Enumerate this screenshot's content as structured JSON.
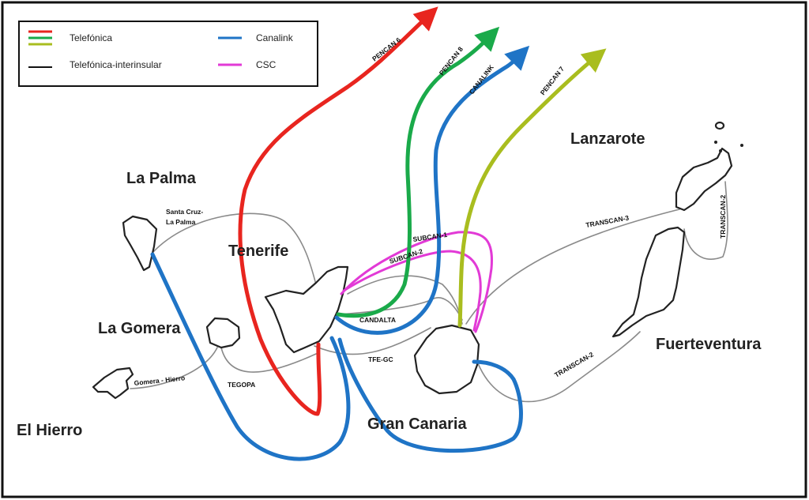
{
  "legend": {
    "telefonica": "Telefónica",
    "telefonica_interinsular": "Telefónica-interinsular",
    "canalink": "Canalink",
    "csc": "CSC"
  },
  "islands": {
    "la_palma": "La Palma",
    "tenerife": "Tenerife",
    "la_gomera": "La Gomera",
    "el_hierro": "El Hierro",
    "gran_canaria": "Gran Canaria",
    "lanzarote": "Lanzarote",
    "fuerteventura": "Fuerteventura"
  },
  "cables": {
    "pencan6": "PENCAN 6",
    "pencan8": "PENCAN 8",
    "canalink": "CANALINK",
    "pencan7": "PENCAN 7",
    "subcan1": "SUBCAN-1",
    "subcan2": "SUBCAN-2",
    "candalta": "CANDALTA",
    "tfe_gc": "TFE-GC",
    "tegopa": "TEGOPA",
    "transcan3": "TRANSCAN-3",
    "transcan2_a": "TRANSCAN-2",
    "transcan2_b": "TRANSCAN-2",
    "santa_cruz_1": "Santa Cruz-",
    "santa_cruz_2": "La Palma",
    "gomera_hierro": "Gomera - Hierro"
  },
  "colors": {
    "telefonica_red": "#e8251f",
    "telefonica_green": "#1aaa4a",
    "telefonica_olive": "#a9bd1f",
    "canalink_blue": "#1f74c6",
    "csc_magenta": "#e23ad6",
    "interinsular_black": "#111111",
    "frame": "#111111"
  }
}
